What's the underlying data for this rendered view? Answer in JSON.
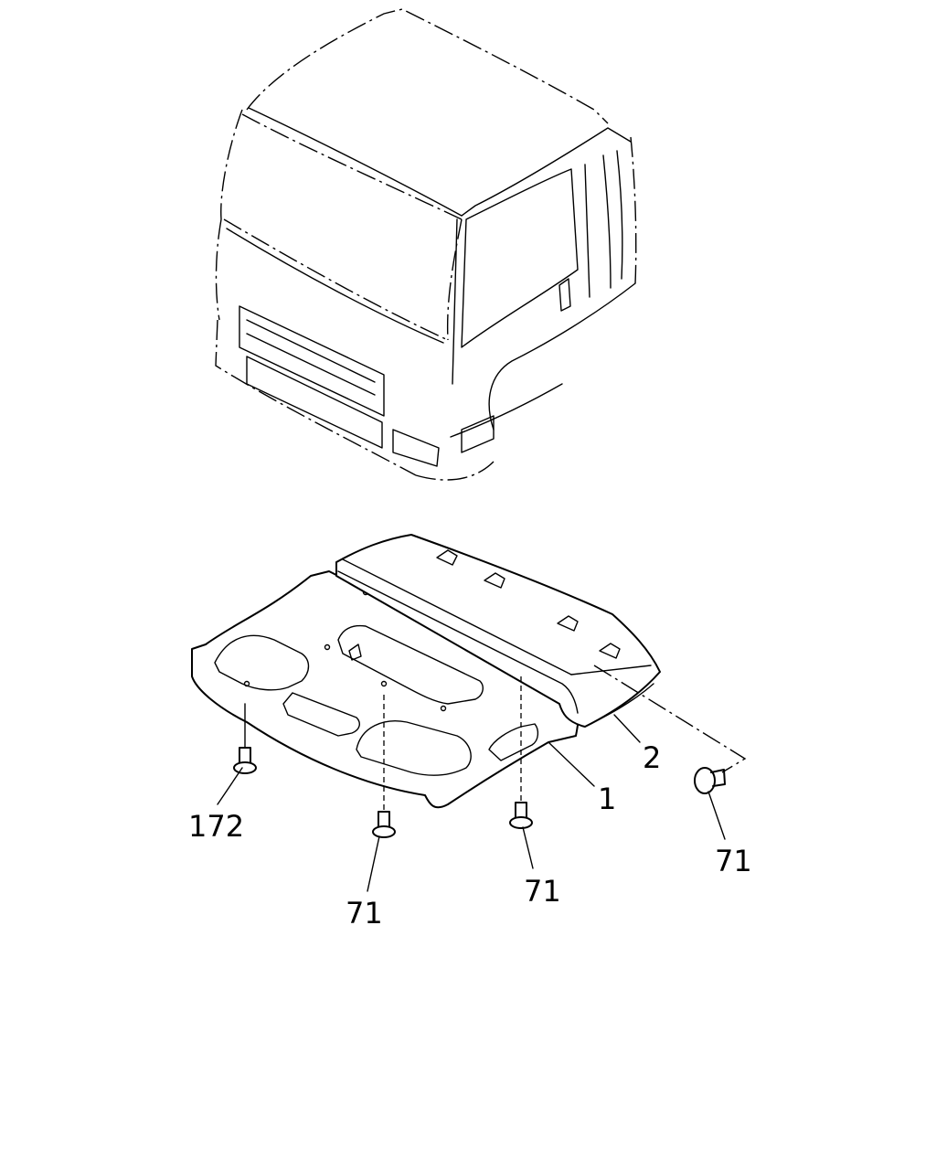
{
  "labels": {
    "part_1": "1",
    "part_2": "2",
    "part_172": "172",
    "part_71_a": "71",
    "part_71_b": "71",
    "part_71_c": "71"
  },
  "colors": {
    "line": "#000000",
    "background": "#ffffff"
  }
}
